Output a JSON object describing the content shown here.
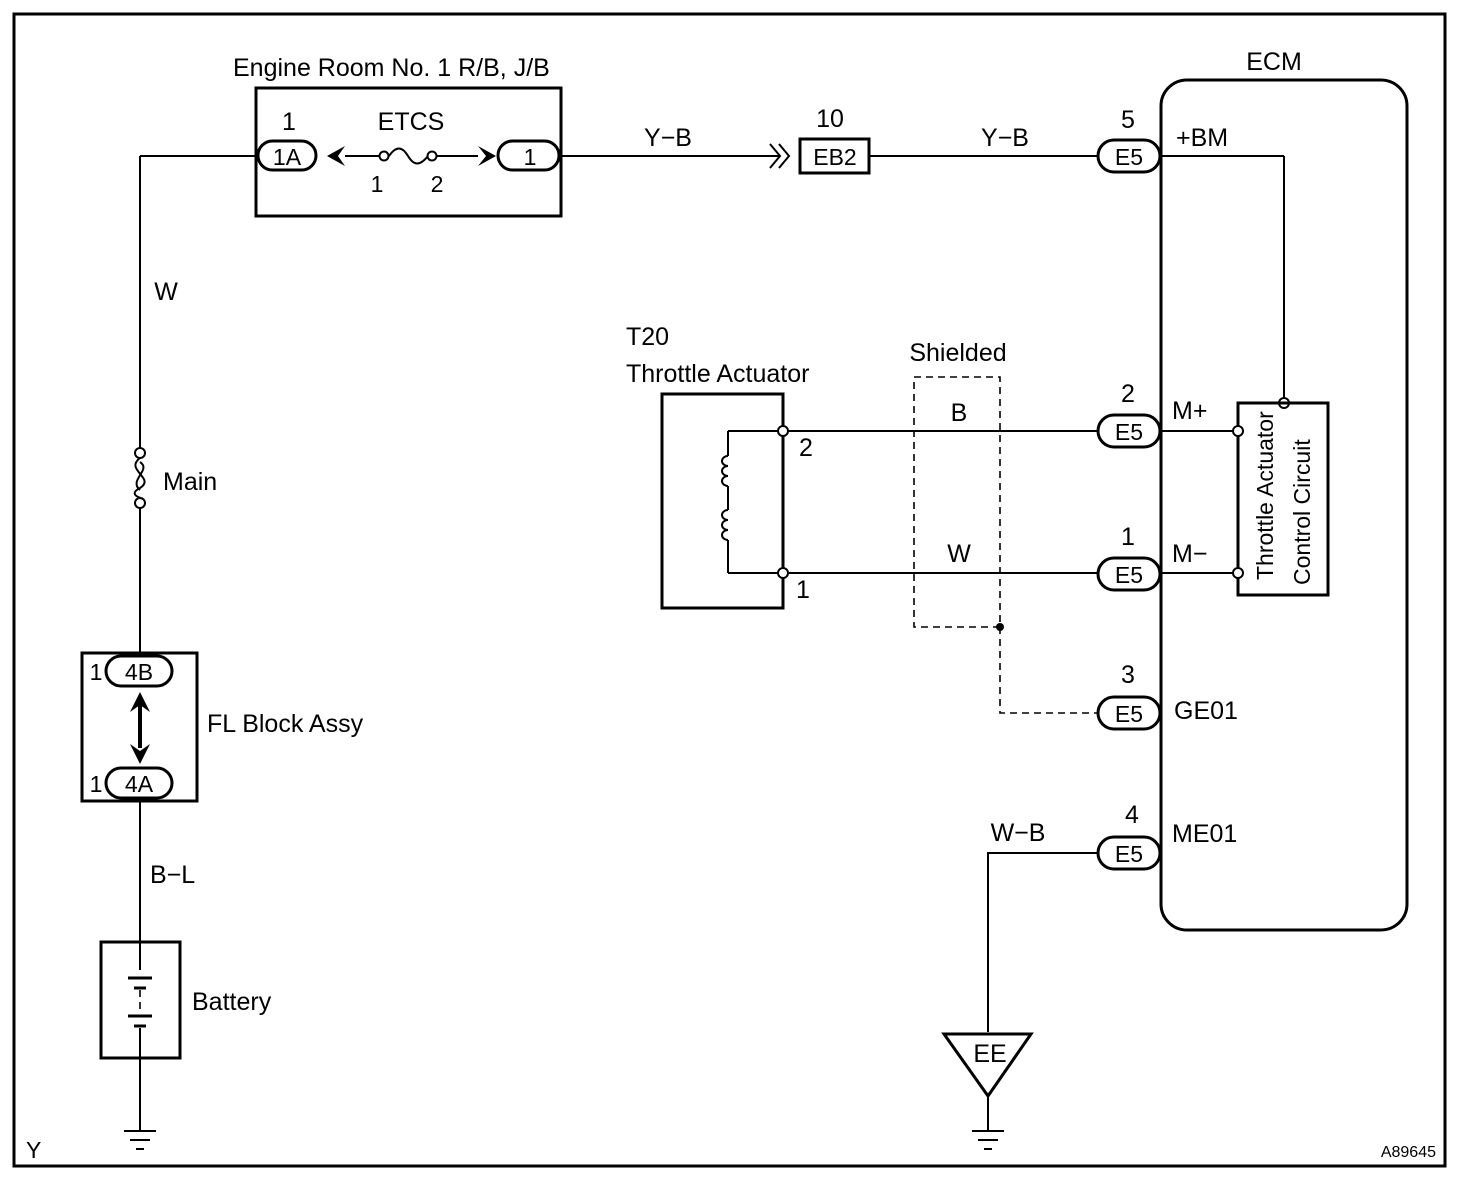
{
  "components": {
    "relay_block": {
      "title": "Engine Room No. 1 R/B, J/B",
      "fuse_name": "ETCS",
      "left_connector": "1A",
      "left_pin": "1",
      "right_connector": "1",
      "fuse_pin_left": "1",
      "fuse_pin_right": "2"
    },
    "junction": {
      "connector": "EB2",
      "pin": "10"
    },
    "ecm": {
      "title": "ECM",
      "terminals": {
        "bm": "+BM",
        "mplus": "M+",
        "mminus": "M−",
        "ge01": "GE01",
        "me01": "ME01"
      }
    },
    "control_circuit": {
      "line1": "Throttle Actuator",
      "line2": "Control Circuit"
    },
    "throttle": {
      "code": "T20",
      "name": "Throttle Actuator",
      "pin_top": "2",
      "pin_bottom": "1"
    },
    "shield": {
      "label": "Shielded"
    },
    "main_fuse": {
      "label": "Main"
    },
    "fl_block": {
      "label": "FL Block Assy",
      "top_connector": "4B",
      "bottom_connector": "4A",
      "top_pin": "1",
      "bottom_pin": "1"
    },
    "battery": {
      "label": "Battery"
    },
    "ground": {
      "label": "EE"
    }
  },
  "connectors": {
    "e5_pin5": {
      "code": "E5",
      "pin": "5"
    },
    "e5_pin2": {
      "code": "E5",
      "pin": "2"
    },
    "e5_pin1": {
      "code": "E5",
      "pin": "1"
    },
    "e5_pin3": {
      "code": "E5",
      "pin": "3"
    },
    "e5_pin4": {
      "code": "E5",
      "pin": "4"
    }
  },
  "wires": {
    "yb_left": "Y−B",
    "yb_right": "Y−B",
    "w_left": "W",
    "b_signal": "B",
    "w_signal": "W",
    "bl": "B−L",
    "wb": "W−B"
  },
  "corner": {
    "left": "Y",
    "right": "A89645"
  }
}
